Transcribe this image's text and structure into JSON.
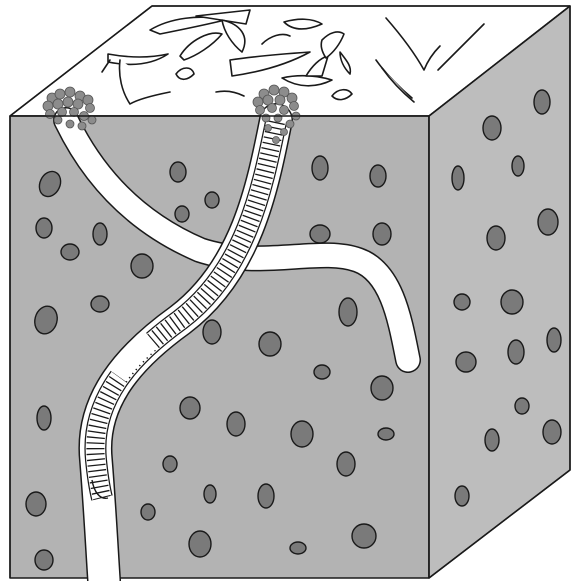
{
  "figure": {
    "colors": {
      "soil_front": "#b3b3b3",
      "soil_side": "#bdbdbd",
      "soil_top": "#ffffff",
      "pebble": "#7a7a7a",
      "outline": "#1a1a1a",
      "burrow": "#ffffff",
      "cast": "#8c8c8c"
    },
    "parts": [
      "soil-block",
      "leaf-litter",
      "open-burrow",
      "earthworm-in-burrow",
      "worm-casts",
      "soil-particles"
    ]
  }
}
